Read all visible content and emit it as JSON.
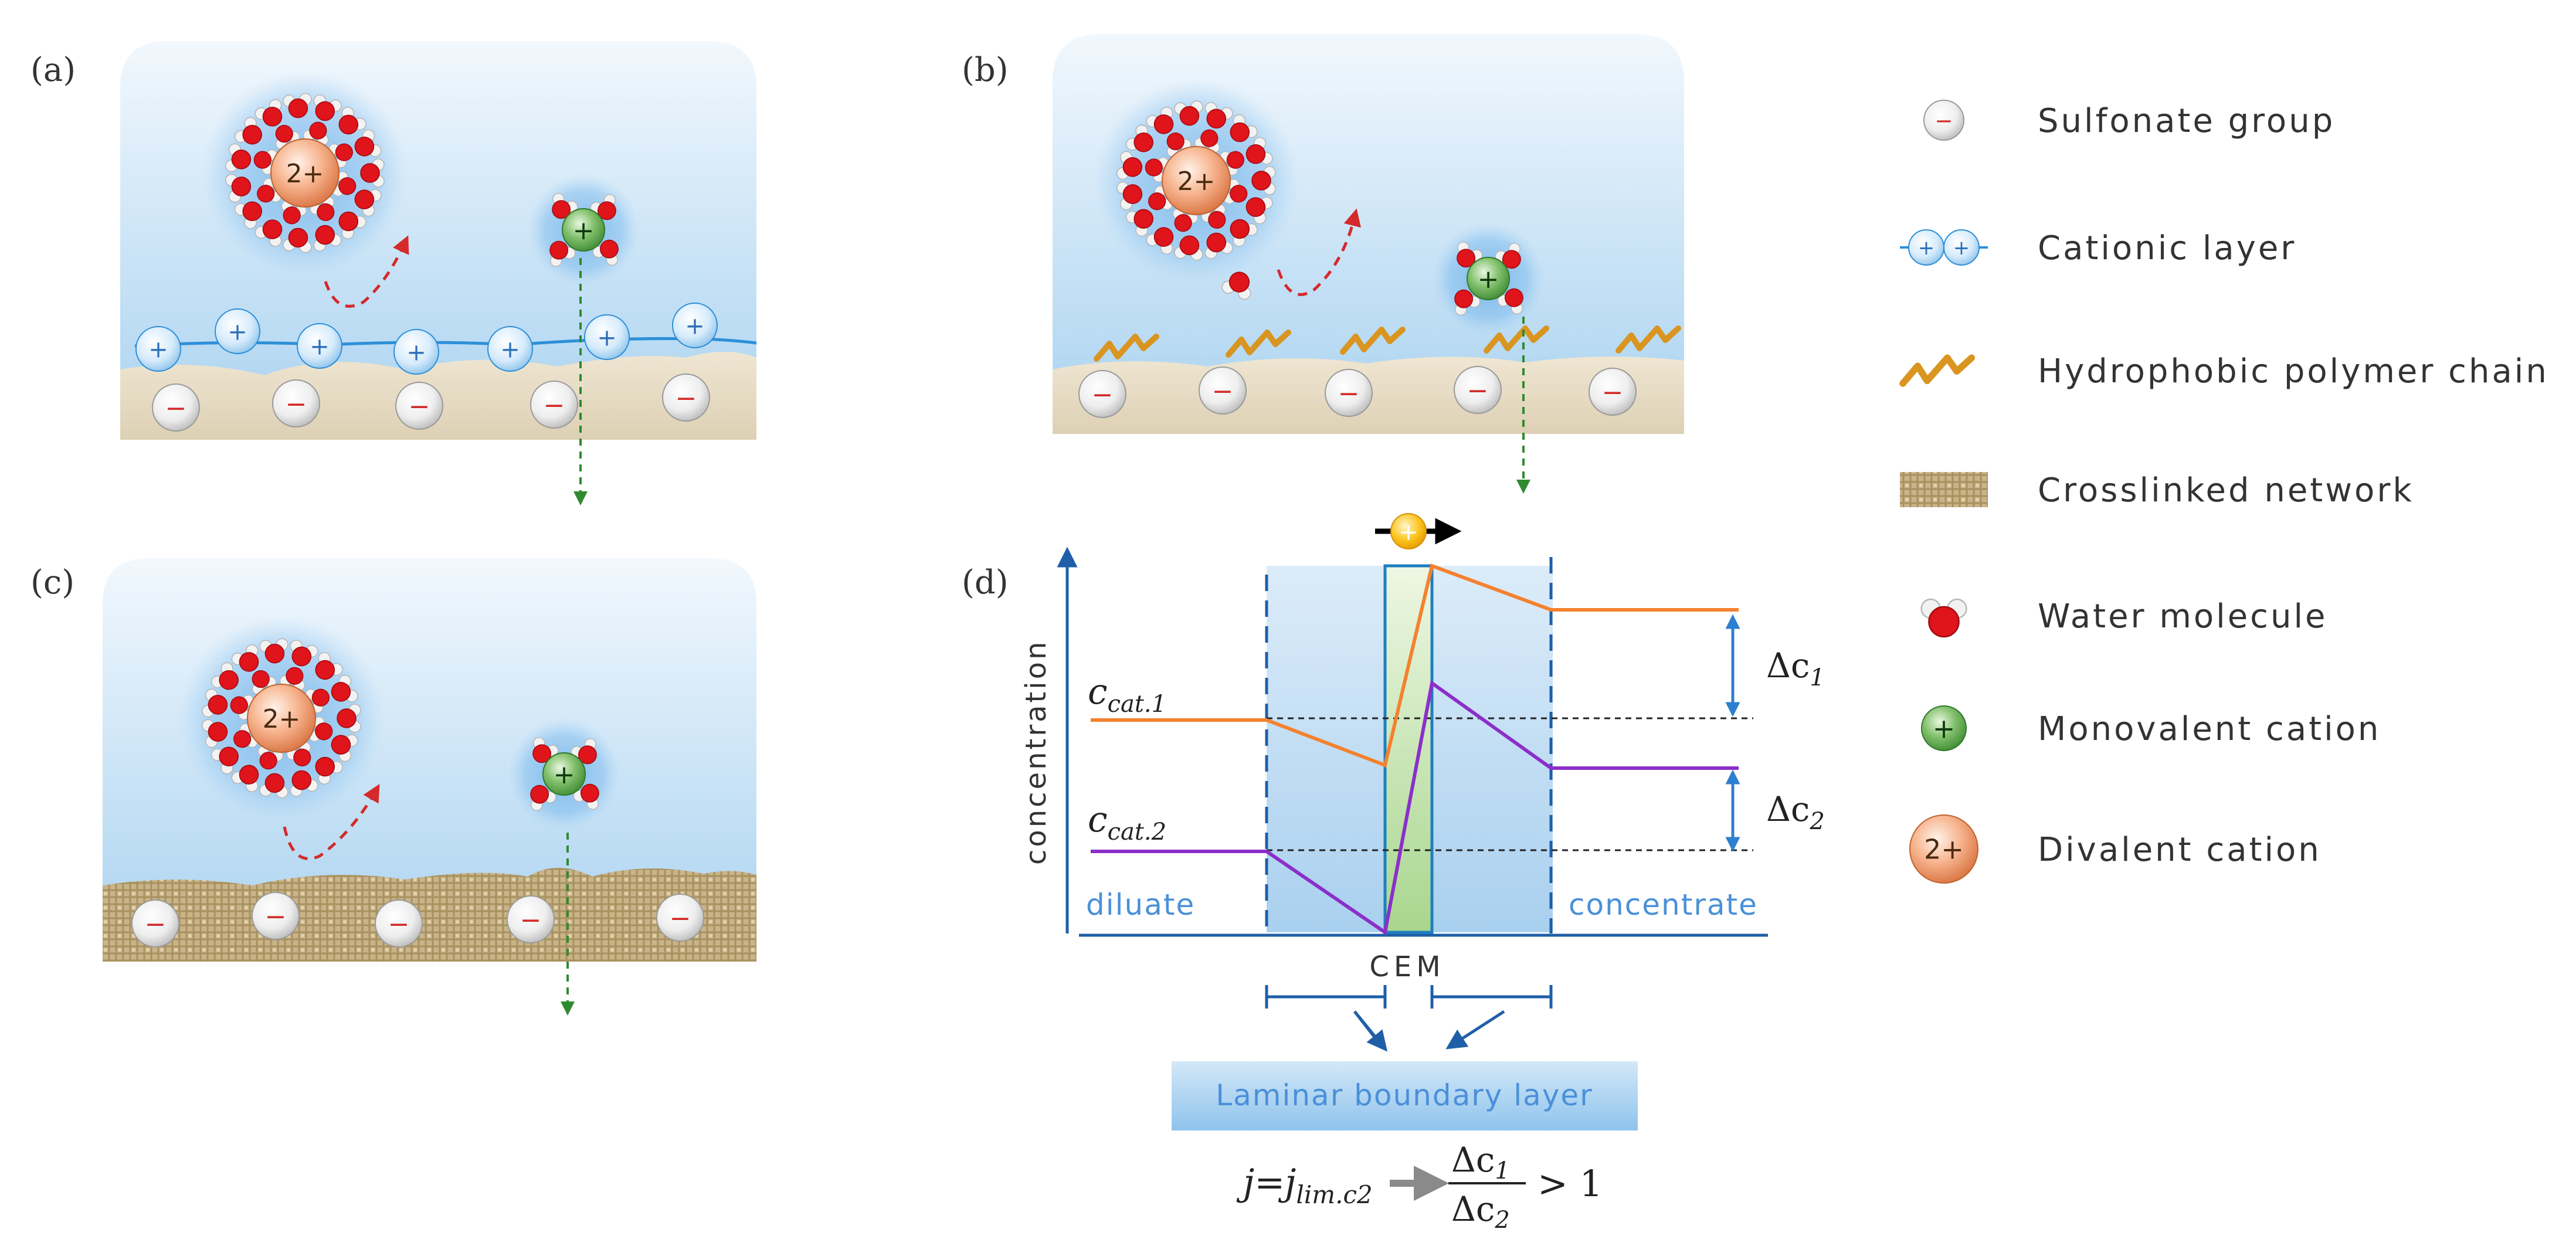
{
  "panels": {
    "a": {
      "label": "(a)"
    },
    "b": {
      "label": "(b)"
    },
    "c": {
      "label": "(c)"
    },
    "d": {
      "label": "(d)"
    }
  },
  "ions": {
    "divalent": "2+",
    "monovalent": "+",
    "sulfonate": "−",
    "cationic": "+"
  },
  "legend": [
    {
      "key": "sulfonate",
      "label": "Sulfonate group"
    },
    {
      "key": "cationic",
      "label": "Cationic layer"
    },
    {
      "key": "chain",
      "label": "Hydrophobic polymer chain"
    },
    {
      "key": "network",
      "label": "Crosslinked network"
    },
    {
      "key": "water",
      "label": "Water molecule"
    },
    {
      "key": "mono",
      "label": "Monovalent cation"
    },
    {
      "key": "div",
      "label": "Divalent cation"
    }
  ],
  "chart": {
    "ylabel": "concentration",
    "c1_main": "c",
    "c1_sub": "cat.1",
    "c2_main": "c",
    "c2_sub": "cat.2",
    "dc1_main": "Δc",
    "dc1_sub": "1",
    "dc2_main": "Δc",
    "dc2_sub": "2",
    "left_label": "diluate",
    "right_label": "concentrate",
    "membrane_label": "CEM",
    "boundary_label": "Laminar boundary layer",
    "eq_j": "j=j",
    "eq_sub": "lim.c2",
    "frac_num_main": "Δc",
    "frac_num_sub": "1",
    "frac_den_main": "Δc",
    "frac_den_sub": "2",
    "eq_rhs": "> 1"
  },
  "colors": {
    "orange_line": "#f5812e",
    "purple_line": "#8b2fc9",
    "axis": "#1f5fa8",
    "water_bg": "#bfe0f5",
    "membrane_fill": "#d9ecc7"
  }
}
